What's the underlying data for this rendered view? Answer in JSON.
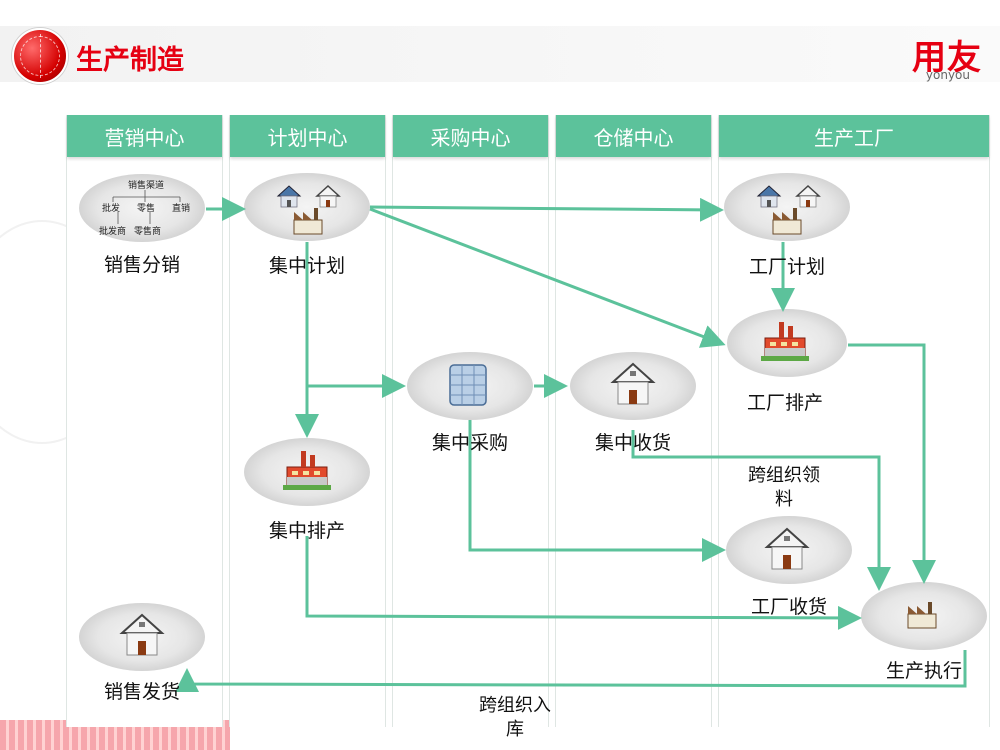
{
  "header": {
    "title": "生产制造",
    "logo_cn": "用友",
    "logo_en": "yonyou"
  },
  "lanes": [
    "营销中心",
    "计划中心",
    "采购中心",
    "仓储中心",
    "生产工厂"
  ],
  "nodes": {
    "sales_distribution": "销售分销",
    "central_planning": "集中计划",
    "factory_planning": "工厂计划",
    "factory_scheduling": "工厂排产",
    "central_purchasing": "集中采购",
    "central_receiving": "集中收货",
    "central_scheduling": "集中排产",
    "factory_receiving": "工厂收货",
    "production_execution": "生产执行",
    "sales_delivery": "销售发货"
  },
  "channel_diagram": {
    "root": "销售渠道",
    "branches": [
      "批发",
      "零售",
      "直销"
    ],
    "leaves": [
      "批发商",
      "零售商"
    ]
  },
  "edge_labels": {
    "cross_org_requisition_line1": "跨组织领",
    "cross_org_requisition_line2": "料",
    "cross_org_inbound_line1": "跨组织入",
    "cross_org_inbound_line2": "库"
  },
  "colors": {
    "accent_red": "#e60012",
    "lane_header": "#5cc29b",
    "flow_line": "#5cc29b"
  }
}
